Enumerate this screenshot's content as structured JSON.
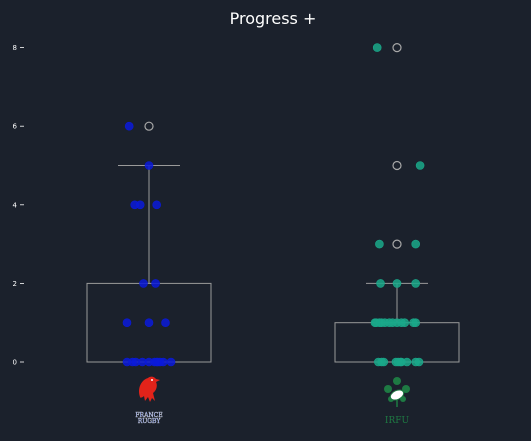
{
  "chart_data": {
    "type": "box",
    "title": "Progress +",
    "xlabel": "",
    "ylabel": "",
    "ylim": [
      -0.2,
      8.2
    ],
    "yticks": [
      0,
      2,
      4,
      6,
      8
    ],
    "grid": false,
    "categories": [
      "France",
      "Ireland"
    ],
    "series": [
      {
        "name": "France",
        "color": "#0a1ad9",
        "box": {
          "min": 0,
          "q1": 0,
          "median": 0,
          "q3": 2,
          "max": 5
        },
        "outliers": [
          6
        ],
        "points": [
          0,
          0,
          0,
          0,
          0,
          0,
          0,
          0,
          0,
          0,
          0,
          1,
          1,
          1,
          2,
          2,
          4,
          4,
          4,
          5,
          6
        ],
        "jitter": [
          -0.2,
          -0.15,
          -0.12,
          0.07,
          -0.06,
          0.0,
          0.05,
          0.08,
          0.1,
          0.13,
          0.2,
          -0.2,
          0.0,
          0.15,
          -0.05,
          0.06,
          -0.13,
          -0.08,
          0.07,
          0.0,
          -0.18
        ]
      },
      {
        "name": "Ireland",
        "color": "#1aa88a",
        "box": {
          "min": 0,
          "q1": 0,
          "median": 0,
          "q3": 1,
          "max": 2
        },
        "outliers": [
          3,
          5,
          8
        ],
        "points": [
          0,
          0,
          0,
          0,
          0,
          0,
          0,
          0,
          0,
          0,
          1,
          1,
          1,
          1,
          1,
          1,
          1,
          1,
          1,
          1,
          1,
          1,
          2,
          2,
          2,
          3,
          3,
          5,
          8
        ],
        "jitter": [
          -0.17,
          -0.14,
          -0.12,
          -0.01,
          0.01,
          0.03,
          0.04,
          0.09,
          0.17,
          0.2,
          -0.2,
          -0.19,
          -0.16,
          -0.14,
          -0.11,
          -0.07,
          -0.04,
          0.0,
          0.04,
          0.07,
          0.15,
          0.17,
          -0.15,
          0.0,
          0.17,
          -0.16,
          0.17,
          0.21,
          -0.18
        ]
      }
    ]
  },
  "logos": {
    "left": {
      "lines": [
        "FRANCE",
        "RUGBY"
      ],
      "colors": {
        "primary": "#e2231a",
        "secondary": "#1e3fbf"
      }
    },
    "right": {
      "text": "IRFU",
      "colors": {
        "primary": "#1e7a43",
        "secondary": "#ffffff"
      }
    }
  },
  "style": {
    "background": "#1b212c",
    "box_stroke": "#9a9a9a",
    "outlier_stroke": "#a8a8a8",
    "text": "#ffffff"
  }
}
